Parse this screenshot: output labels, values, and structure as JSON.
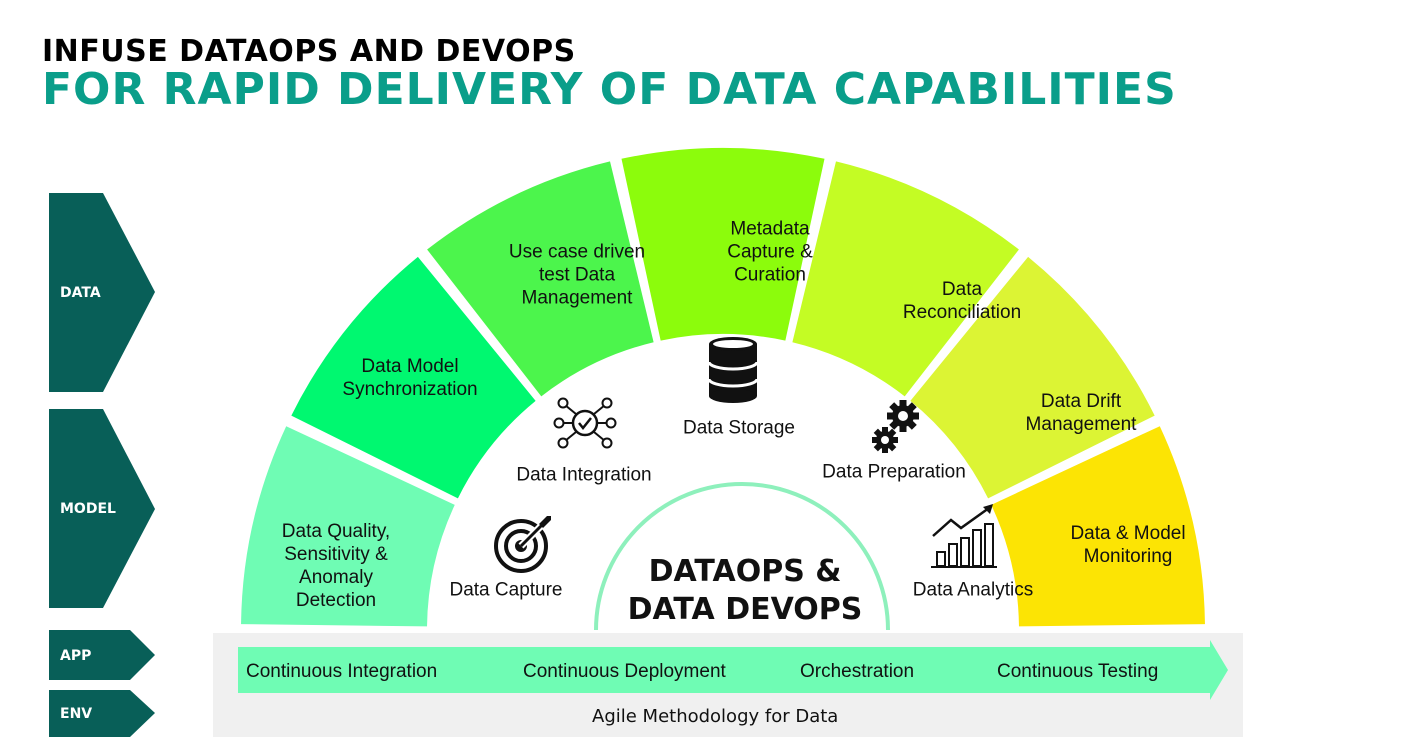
{
  "title": {
    "line1": "INFUSE DATAOPS AND DEVOPS",
    "line2": "FOR RAPID DELIVERY OF DATA CAPABILITIES"
  },
  "layers": [
    "DATA",
    "MODEL",
    "APP",
    "ENV"
  ],
  "outer_segments": [
    {
      "lines": [
        "Data Quality,",
        "Sensitivity &",
        "Anomaly",
        "Detection"
      ],
      "color": "#6ffcb4"
    },
    {
      "lines": [
        "Data Model",
        "Synchronization"
      ],
      "color": "#00f870"
    },
    {
      "lines": [
        "Use case driven",
        "test Data",
        "Management"
      ],
      "color": "#4cf54c"
    },
    {
      "lines": [
        "Metadata",
        "Capture &",
        "Curation"
      ],
      "color": "#8cfc0c"
    },
    {
      "lines": [
        "Data",
        "Reconciliation"
      ],
      "color": "#c4fc24"
    },
    {
      "lines": [
        "Data Drift",
        "Management"
      ],
      "color": "#dcf434"
    },
    {
      "lines": [
        "Data & Model",
        "Monitoring"
      ],
      "color": "#fce404"
    }
  ],
  "inner_items": [
    {
      "label": "Data Capture",
      "icon": "target-icon"
    },
    {
      "label": "Data Integration",
      "icon": "network-check-icon"
    },
    {
      "label": "Data Storage",
      "icon": "database-icon"
    },
    {
      "label": "Data Preparation",
      "icon": "gears-icon"
    },
    {
      "label": "Data Analytics",
      "icon": "growth-chart-icon"
    }
  ],
  "core": {
    "line1": "DATAOPS &",
    "line2": "DATA DEVOPS"
  },
  "pipeline": [
    "Continuous Integration",
    "Continuous Deployment",
    "Orchestration",
    "Continuous Testing"
  ],
  "footer": "Agile Methodology for Data",
  "colors": {
    "teal_dark": "#085f58",
    "title_teal": "#0a9e8a",
    "arrow_band": "#6ffcb4",
    "core_arc": "#8ef0bc",
    "band_bg": "#f0f0f0"
  }
}
